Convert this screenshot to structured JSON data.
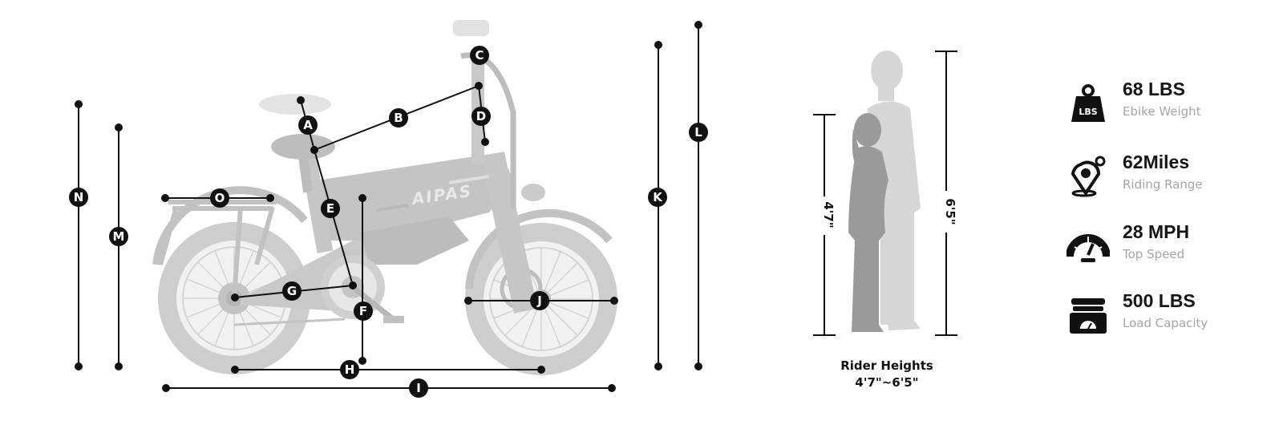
{
  "bike": {
    "brand": "AIPAS",
    "labels": [
      "A",
      "B",
      "C",
      "D",
      "E",
      "F",
      "G",
      "H",
      "I",
      "J",
      "K",
      "L",
      "M",
      "N",
      "O"
    ]
  },
  "riders": {
    "short_height": "4'7\"",
    "tall_height": "6'5\"",
    "caption_title": "Rider Heights",
    "caption_range": "4'7\"~6'5\""
  },
  "specs": [
    {
      "value": "68 LBS",
      "label": "Ebike Weight",
      "icon": "weight-icon",
      "icon_text": "LBS"
    },
    {
      "value": "62Miles",
      "label": "Riding Range",
      "icon": "location-pin-icon"
    },
    {
      "value": "28 MPH",
      "label": "Top Speed",
      "icon": "speedometer-icon"
    },
    {
      "value": "500 LBS",
      "label": "Load Capacity",
      "icon": "load-scale-icon"
    }
  ],
  "colors": {
    "bike_gray": "#c8c8c8",
    "marker": "#111111",
    "spec_sub": "#a5a5a5",
    "tall_rider": "#d6d6d6",
    "short_rider": "#9a9a9a"
  }
}
